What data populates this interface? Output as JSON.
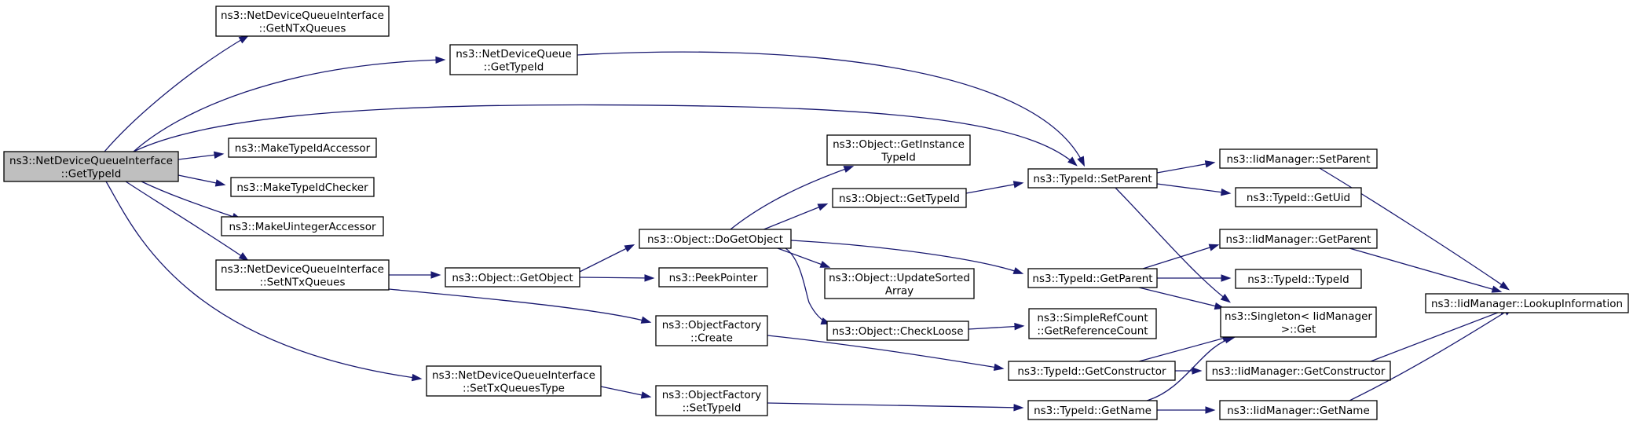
{
  "root": [
    "ns3::NetDeviceQueueInterface",
    "::GetTypeId"
  ],
  "nodes": {
    "getntx": [
      "ns3::NetDeviceQueueInterface",
      "::GetNTxQueues"
    ],
    "ndq_gettypeid": [
      "ns3::NetDeviceQueue",
      "::GetTypeId"
    ],
    "maketypeidaccessor": [
      "ns3::MakeTypeIdAccessor"
    ],
    "maketypeidchecker": [
      "ns3::MakeTypeIdChecker"
    ],
    "makeuintegeraccessor": [
      "ns3::MakeUintegerAccessor"
    ],
    "setntx": [
      "ns3::NetDeviceQueueInterface",
      "::SetNTxQueues"
    ],
    "settxqueuestype": [
      "ns3::NetDeviceQueueInterface",
      "::SetTxQueuesType"
    ],
    "getobject": [
      "ns3::Object::GetObject"
    ],
    "doGetObject": [
      "ns3::Object::DoGetObject"
    ],
    "peekpointer": [
      "ns3::PeekPointer"
    ],
    "of_create": [
      "ns3::ObjectFactory",
      "::Create"
    ],
    "of_settypeid": [
      "ns3::ObjectFactory",
      "::SetTypeId"
    ],
    "obj_getinstancetypeid": [
      "ns3::Object::GetInstance",
      "TypeId"
    ],
    "obj_gettypeid": [
      "ns3::Object::GetTypeId"
    ],
    "obj_updatesorted": [
      "ns3::Object::UpdateSorted",
      "Array"
    ],
    "obj_checkloose": [
      "ns3::Object::CheckLoose"
    ],
    "tid_setparent": [
      "ns3::TypeId::SetParent"
    ],
    "tid_getparent": [
      "ns3::TypeId::GetParent"
    ],
    "simplerefcount": [
      "ns3::SimpleRefCount",
      "::GetReferenceCount"
    ],
    "tid_getconstructor": [
      "ns3::TypeId::GetConstructor"
    ],
    "tid_getname": [
      "ns3::TypeId::GetName"
    ],
    "iid_setparent": [
      "ns3::IidManager::SetParent"
    ],
    "tid_getuid": [
      "ns3::TypeId::GetUid"
    ],
    "iid_getparent": [
      "ns3::IidManager::GetParent"
    ],
    "tid_typeid": [
      "ns3::TypeId::TypeId"
    ],
    "singleton_get": [
      "ns3::Singleton< IidManager",
      " >::Get"
    ],
    "iid_getconstructor": [
      "ns3::IidManager::GetConstructor"
    ],
    "iid_getname": [
      "ns3::IidManager::GetName"
    ],
    "iid_lookup": [
      "ns3::IidManager::LookupInformation"
    ]
  },
  "edge_color": "#191970",
  "root_fill": "#bfbfbf"
}
